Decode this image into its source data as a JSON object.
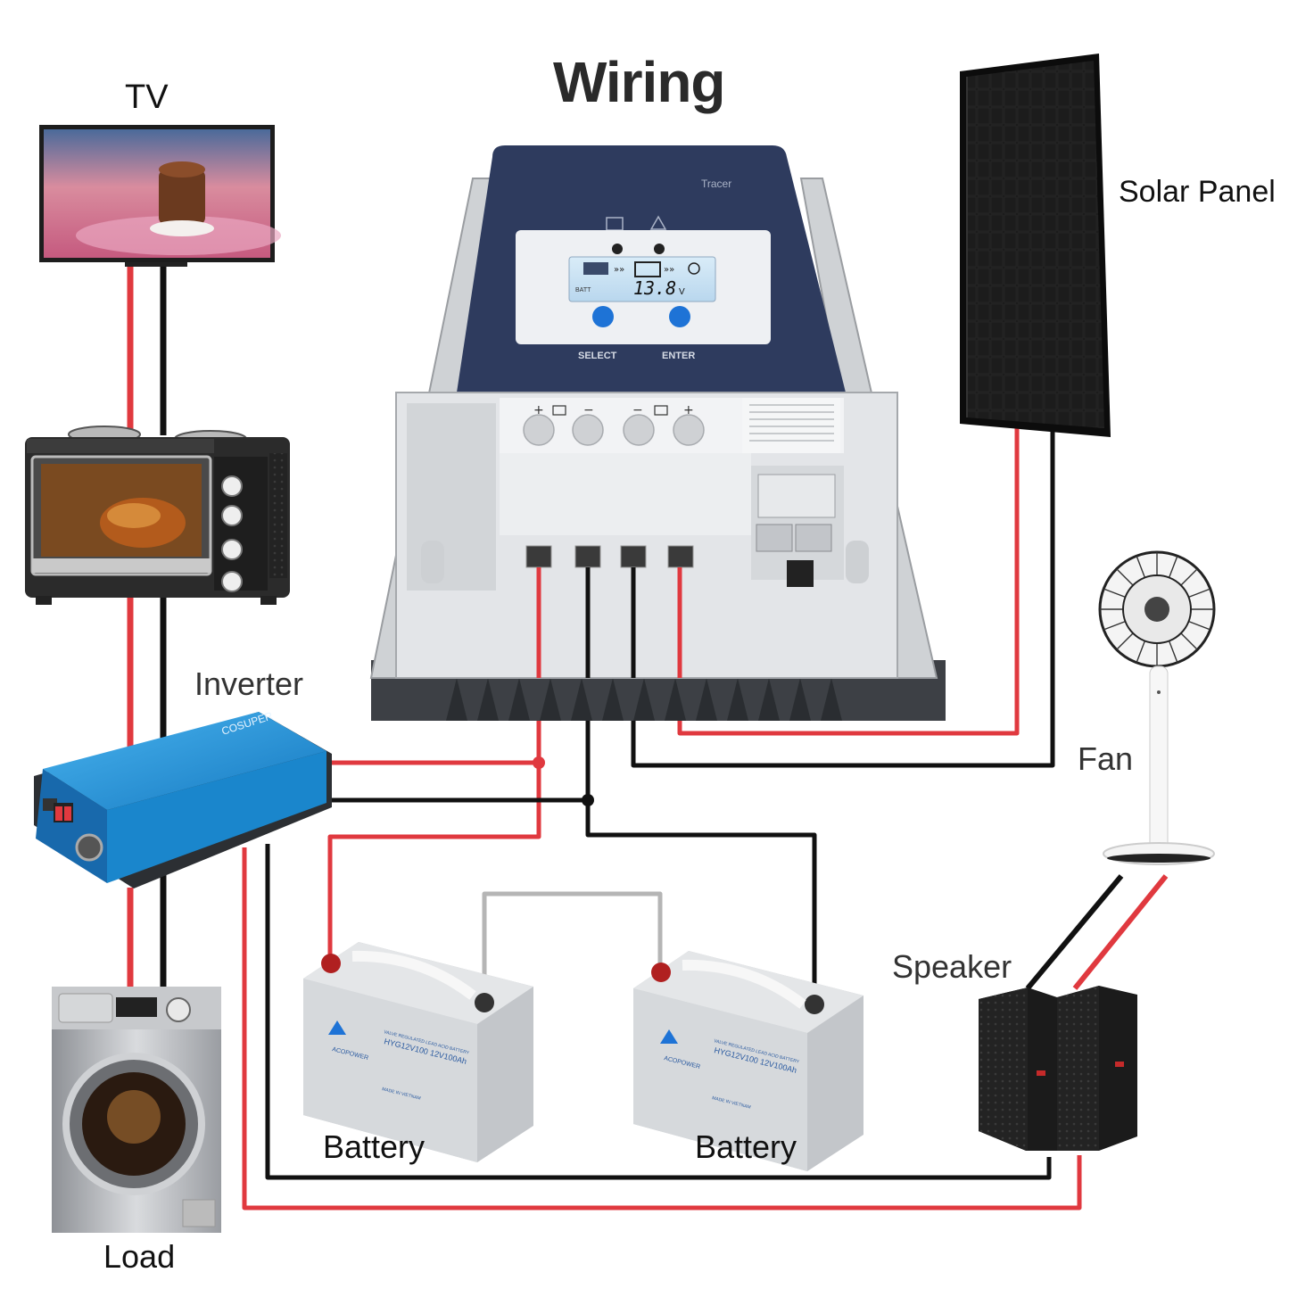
{
  "title": "Wiring",
  "components": {
    "tv": "TV",
    "solar_panel": "Solar Panel",
    "inverter": "Inverter",
    "fan": "Fan",
    "speaker": "Speaker",
    "battery_1": "Battery",
    "battery_2": "Battery",
    "load": "Load"
  },
  "controller": {
    "brand": "Tracer",
    "display_value": "13.8",
    "display_unit": "V",
    "display_tag": "BATT",
    "select_label": "SELECT",
    "enter_label": "ENTER",
    "terminal_symbols": [
      "+",
      "−",
      "−",
      "+"
    ]
  },
  "inverter_unit": {
    "brand": "COSUPER"
  },
  "battery_unit": {
    "brand": "ACOPOWER",
    "model": "HYG12V100 12V100Ah",
    "type": "VALVE REGULATED LEAD ACID BATTERY",
    "origin": "MADE IN VIETNAM"
  },
  "colors": {
    "positive_wire": "#e0393f",
    "negative_wire": "#111111",
    "series_link": "#b5b5b5",
    "controller_face": "#2e3b5e",
    "inverter_body": "#1e90d6"
  }
}
